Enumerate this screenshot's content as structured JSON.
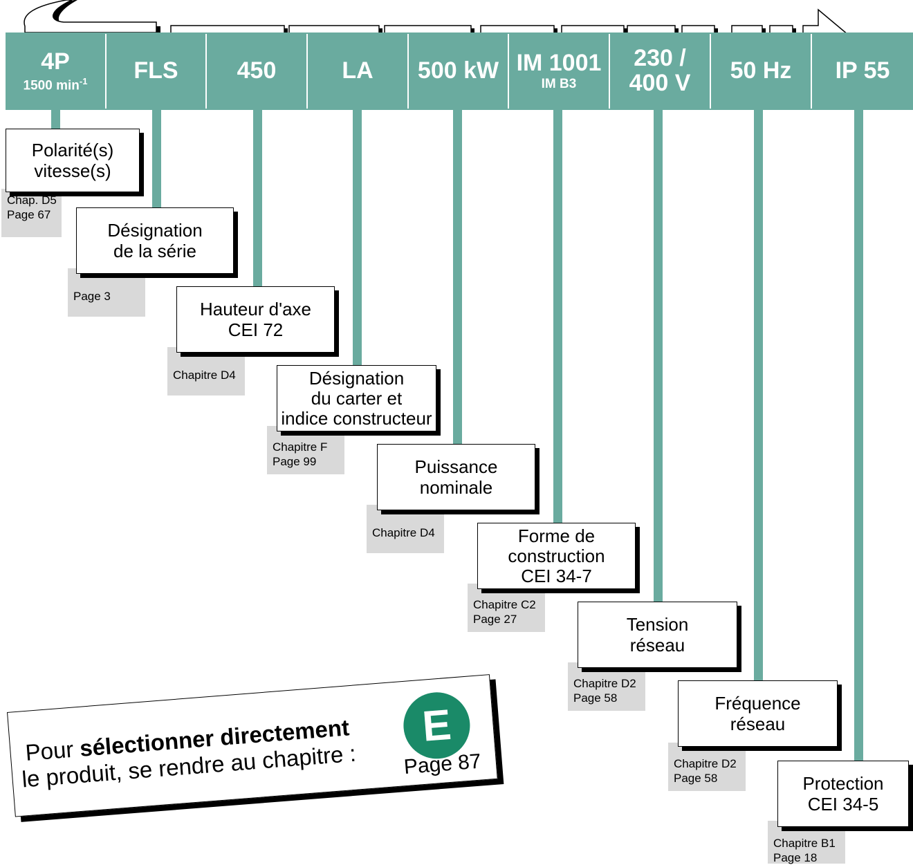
{
  "header": {
    "cells": [
      {
        "main": "4P",
        "sub_base": "1500 min",
        "sub_sup": "-1"
      },
      {
        "main": "FLS"
      },
      {
        "main": "450"
      },
      {
        "main": "LA"
      },
      {
        "main": "500 kW"
      },
      {
        "main": "IM 1001",
        "sub": "IM B3"
      },
      {
        "main": "230 /",
        "main2": "400 V"
      },
      {
        "main": "50 Hz"
      },
      {
        "main": "IP 55"
      }
    ]
  },
  "boxes": [
    {
      "lines": [
        "Polarité(s)",
        "vitesse(s)"
      ],
      "ref": [
        "Chap. D5",
        "Page 67"
      ]
    },
    {
      "lines": [
        "Désignation",
        "de la série"
      ],
      "ref": [
        "Page 3"
      ]
    },
    {
      "lines": [
        "Hauteur d'axe",
        "CEI 72"
      ],
      "ref": [
        "Chapitre D4"
      ]
    },
    {
      "lines": [
        "Désignation",
        "du carter et",
        "indice constructeur"
      ],
      "ref": [
        "Chapitre F",
        "Page 99"
      ]
    },
    {
      "lines": [
        "Puissance",
        "nominale"
      ],
      "ref": [
        "Chapitre D4"
      ]
    },
    {
      "lines": [
        "Forme de",
        "construction",
        "CEI 34-7"
      ],
      "ref": [
        "Chapitre C2",
        "Page 27"
      ]
    },
    {
      "lines": [
        "Tension",
        "réseau"
      ],
      "ref": [
        "Chapitre D2",
        "Page 58"
      ]
    },
    {
      "lines": [
        "Fréquence",
        "réseau"
      ],
      "ref": [
        "Chapitre D2",
        "Page 58"
      ]
    },
    {
      "lines": [
        "Protection",
        "CEI 34-5"
      ],
      "ref": [
        "Chapitre B1",
        "Page 18"
      ]
    }
  ],
  "callout": {
    "line1_normal": "Pour ",
    "line1_bold": "sélectionner directement",
    "line2": "le produit, se rendre au chapitre :",
    "badge": "E",
    "page": "Page 87"
  },
  "colors": {
    "teal": "#6aab9f",
    "badge_green": "#1a8a68",
    "ref_gray": "#d9d9d9"
  }
}
